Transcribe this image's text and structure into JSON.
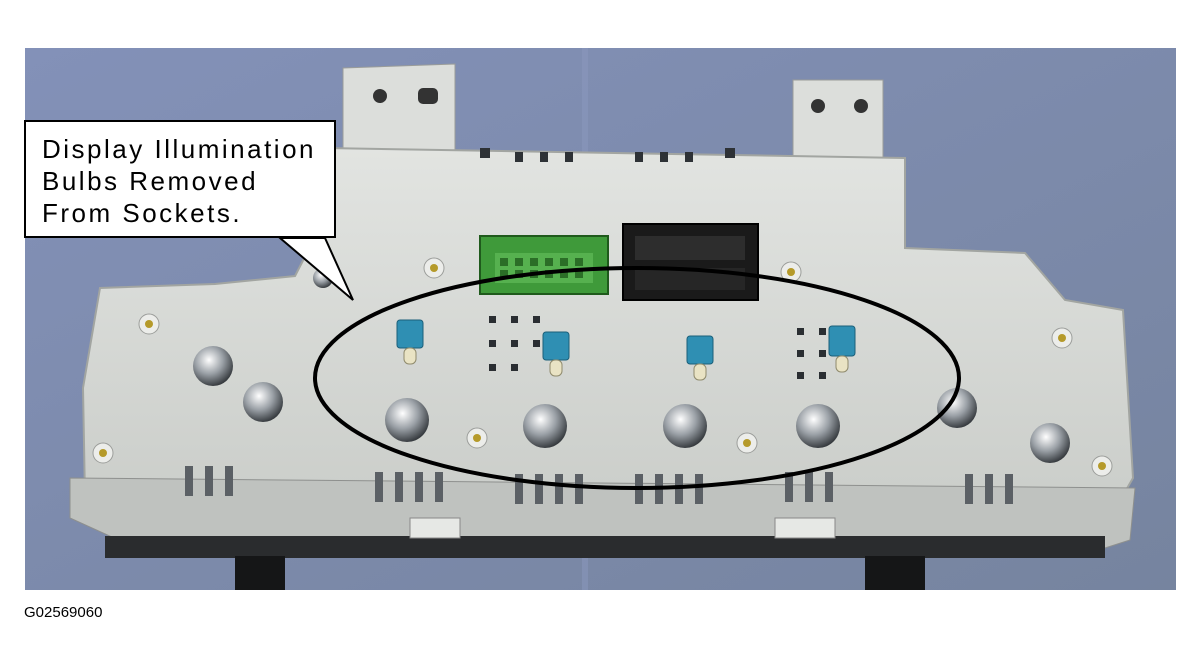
{
  "figure": {
    "callout_lines": [
      "Display Illumination",
      "Bulbs Removed",
      "From Sockets."
    ],
    "image_id": "G02569060",
    "colors": {
      "background_cloth": "#7f8db4",
      "housing": "#d7d9d6",
      "green_connector": "#3f9a3a",
      "black_connector": "#1a1a1a",
      "bulb": "#2f8fb3",
      "screw": "#b59a2a",
      "outline": "#000000"
    }
  }
}
